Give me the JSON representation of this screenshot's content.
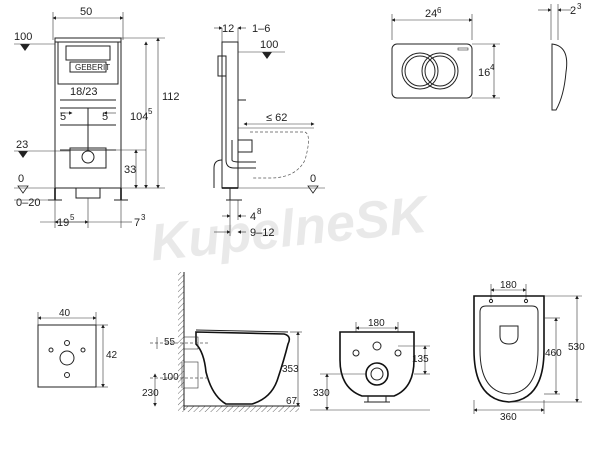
{
  "watermark": "KupelneSK",
  "frame_front": {
    "width_top": "50",
    "level_100": "100",
    "label_18_23": "18/23",
    "dim_5_left": "5",
    "dim_5_right": "5",
    "level_23": "23",
    "level_0": "0",
    "range_0_20": "0–20",
    "height_112": "112",
    "height_104": "104",
    "height_104_sup": "5",
    "height_33": "33",
    "bottom_19": "19",
    "bottom_19_sup": "5",
    "bottom_7": "7",
    "bottom_7_sup": "3",
    "brand": "GEBERIT"
  },
  "frame_side": {
    "dim_12": "12",
    "dim_1_6": "1–6",
    "level_100": "100",
    "dim_le_62": "≤ 62",
    "level_0": "0",
    "dim_4": "4",
    "dim_4_sup": "8",
    "dim_9_12": "9–12"
  },
  "flush_plate": {
    "width": "24",
    "width_sup": "6",
    "height": "16",
    "height_sup": "4",
    "depth": "2",
    "depth_sup": "3"
  },
  "wall_opening": {
    "width": "40",
    "height": "42"
  },
  "toilet_side": {
    "dim_55": "55",
    "dim_100": "100",
    "dim_230": "230",
    "dim_353": "353",
    "dim_67": "67"
  },
  "toilet_back": {
    "dim_180": "180",
    "dim_135": "135",
    "dim_330": "330"
  },
  "toilet_top": {
    "dim_180": "180",
    "dim_460": "460",
    "dim_530": "530",
    "dim_360": "360"
  }
}
